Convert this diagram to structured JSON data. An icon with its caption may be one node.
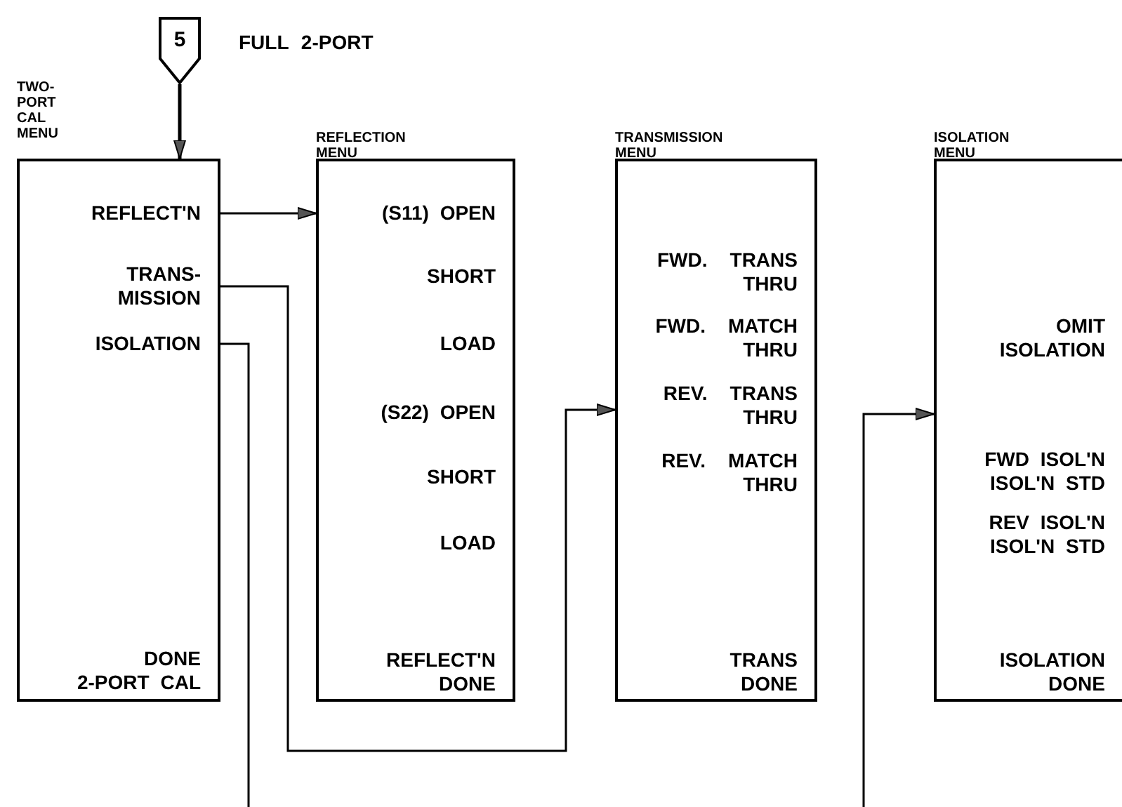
{
  "diagram": {
    "nodes": [
      {
        "text": [
          "5"
        ],
        "beside": [
          "FULL 2-PORT"
        ]
      },
      {
        "text": [
          "TWO-PORT CAL MENU"
        ]
      },
      {
        "text": [
          "REFLECT'N"
        ],
        "in": 1
      },
      {
        "text": [
          "TRANS- MISSION"
        ],
        "in": 1
      },
      {
        "text": [
          "ISOLATION"
        ],
        "in": 1
      },
      {
        "text": [
          "DONE 2-PORT CAL"
        ],
        "in": 1
      },
      {
        "text": [
          "REFLECTION MENU"
        ]
      },
      {
        "text": [
          "(S11) OPEN"
        ],
        "in": 6
      },
      {
        "text": [
          "SHORT"
        ],
        "in": 6
      },
      {
        "text": [
          "LOAD"
        ],
        "in": 6
      },
      {
        "text": [
          "(S22) OPEN"
        ],
        "in": 6
      },
      {
        "text": [
          "SHORT"
        ],
        "in": 6
      },
      {
        "text": [
          "LOAD"
        ],
        "in": 6
      },
      {
        "text": [
          "REFLECT'N DONE"
        ],
        "in": 6
      },
      {
        "text": [
          "TRANSMISSION MENU"
        ]
      },
      {
        "text": [
          "FWD.",
          "TRANS THRU"
        ],
        "in": 14
      },
      {
        "text": [
          "FWD.",
          "MATCH THRU"
        ],
        "in": 14
      },
      {
        "text": [
          "REV.",
          "TRANS THRU"
        ],
        "in": 14
      },
      {
        "text": [
          "REV.",
          "MATCH THRU"
        ],
        "in": 14
      },
      {
        "text": [
          "TRANS DONE"
        ],
        "in": 14
      },
      {
        "text": [
          "ISOLATION MENU"
        ]
      },
      {
        "text": [
          "OMIT ISOLATION"
        ],
        "in": 20
      },
      {
        "text": [
          "FWD ISOL'N ISOL'N STD"
        ],
        "in": 20
      },
      {
        "text": [
          "REV ISOL'N ISOL'N STD"
        ],
        "in": 20
      },
      {
        "text": [
          "ISOLATION DONE"
        ],
        "in": 20
      }
    ],
    "edges": [
      {
        "from": 0,
        "to": 1,
        "arrow": "to"
      },
      {
        "from": 2,
        "to": 6,
        "arrow": "to"
      },
      {
        "from": 3,
        "to": 14,
        "arrow": "to"
      },
      {
        "from": 4,
        "to": 20,
        "arrow": "to"
      }
    ]
  }
}
